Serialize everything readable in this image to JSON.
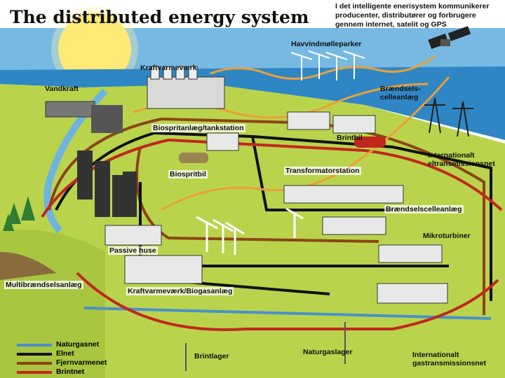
{
  "title": "The distributed energy system",
  "note": "I det intelligente enerisystem kommunikerer producenter, distributører og forbrugere gennem internet, satelit og GPS",
  "labels": {
    "havvind": "Havvindmølleparker",
    "kraftvarmevaerk": "Kraftvarmeværk",
    "vandkraft": "Vandkraft",
    "braendsel_celle": "Brændsels-\ncelleanlæg",
    "biosprit": "Biospritanlæg/tankstation",
    "brintbil": "Brintbil",
    "biospritbil": "Biospritbil",
    "transformator": "Transformatorstation",
    "international_el": "Internationalt\neltransmissionsnet",
    "braendselscelle2": "Brændselscelleanlæg",
    "mikroturbiner": "Mikroturbiner",
    "passive_huse": "Passive huse",
    "multibraendsel": "Multibrændselsanlæg",
    "kraftvarme_biogas": "Kraftvarmeværk/Biogasanlæg",
    "brintlager": "Brintlager",
    "naturgaslager": "Naturgaslager",
    "international_gas": "Internationalt\ngastransmissionsnet"
  },
  "legend": [
    {
      "label": "Naturgasnet",
      "color": "#4a90c8"
    },
    {
      "label": "Elnet",
      "color": "#111111"
    },
    {
      "label": "Fjernvarmenet",
      "color": "#8b4513"
    },
    {
      "label": "Brintnet",
      "color": "#c0281c"
    }
  ],
  "colors": {
    "sky": "#6fb4df",
    "sea": "#2f86c4",
    "land": "#b7d24e",
    "sun": "#ffe25a",
    "signal": "#e9a03a"
  }
}
